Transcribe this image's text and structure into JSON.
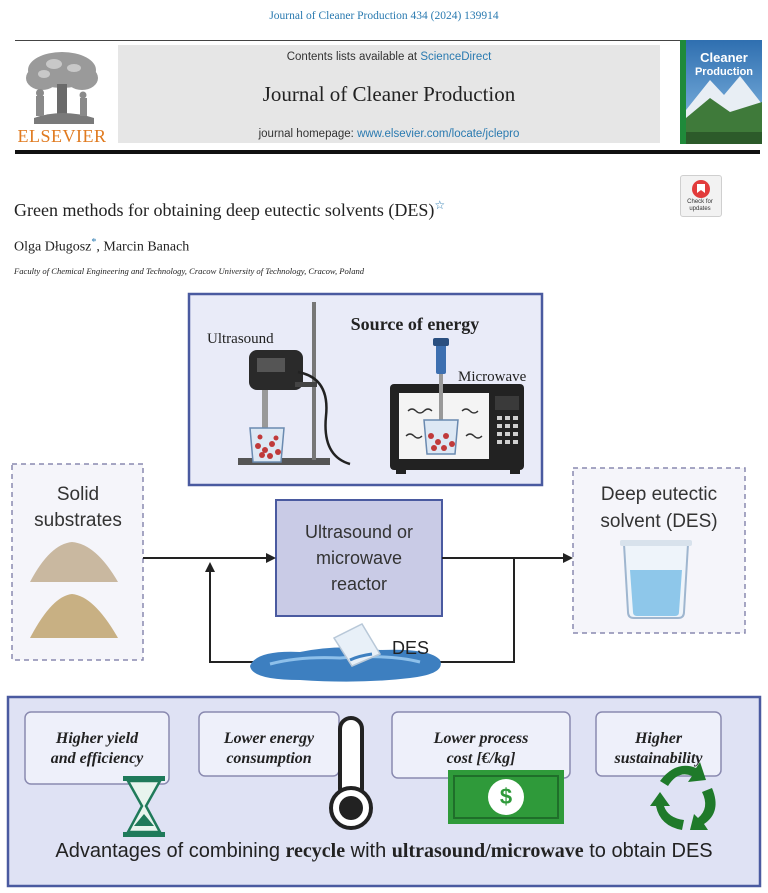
{
  "header": {
    "citation": "Journal of Cleaner Production 434 (2024) 139914",
    "contents_prefix": "Contents lists available at ",
    "contents_link": "ScienceDirect",
    "journal_name": "Journal of Cleaner Production",
    "homepage_prefix": "journal homepage: ",
    "homepage_link": "www.elsevier.com/locate/jclepro",
    "publisher": "ELSEVIER",
    "cover_title_1": "Cleaner",
    "cover_title_2": "Production"
  },
  "article": {
    "title": "Green methods for obtaining deep eutectic solvents (DES)",
    "title_mark": "☆",
    "author_1": "Olga Długosz",
    "author_mark": "*",
    "separator": ", ",
    "author_2": "Marcin Banach",
    "affiliation": "Faculty of Chemical Engineering and Technology, Cracow University of Technology, Cracow, Poland",
    "check_text_1": "Check for",
    "check_text_2": "updates"
  },
  "graphical_abstract": {
    "source_title": "Source of energy",
    "ultrasound_label": "Ultrasound",
    "microwave_label": "Microwave",
    "substrates_line_1": "Solid",
    "substrates_line_2": "substrates",
    "reactor_line_1": "Ultrasound or",
    "reactor_line_2": "microwave",
    "reactor_line_3": "reactor",
    "des_line_1": "Deep eutectic",
    "des_line_2": "solvent (DES)",
    "recycle_label": "DES",
    "advantages": [
      {
        "line_1": "Higher yield",
        "line_2": "and efficiency"
      },
      {
        "line_1": "Lower energy",
        "line_2": "consumption"
      },
      {
        "line_1": "Lower process",
        "line_2": "cost [€/kg]"
      },
      {
        "line_1": "Higher",
        "line_2": "sustainability"
      }
    ],
    "dollar_sign": "$",
    "caption_1": "Advantages of combining ",
    "caption_bold_1": "recycle",
    "caption_2": " with ",
    "caption_bold_2": "ultrasound/microwave",
    "caption_3": " to obtain DES"
  }
}
